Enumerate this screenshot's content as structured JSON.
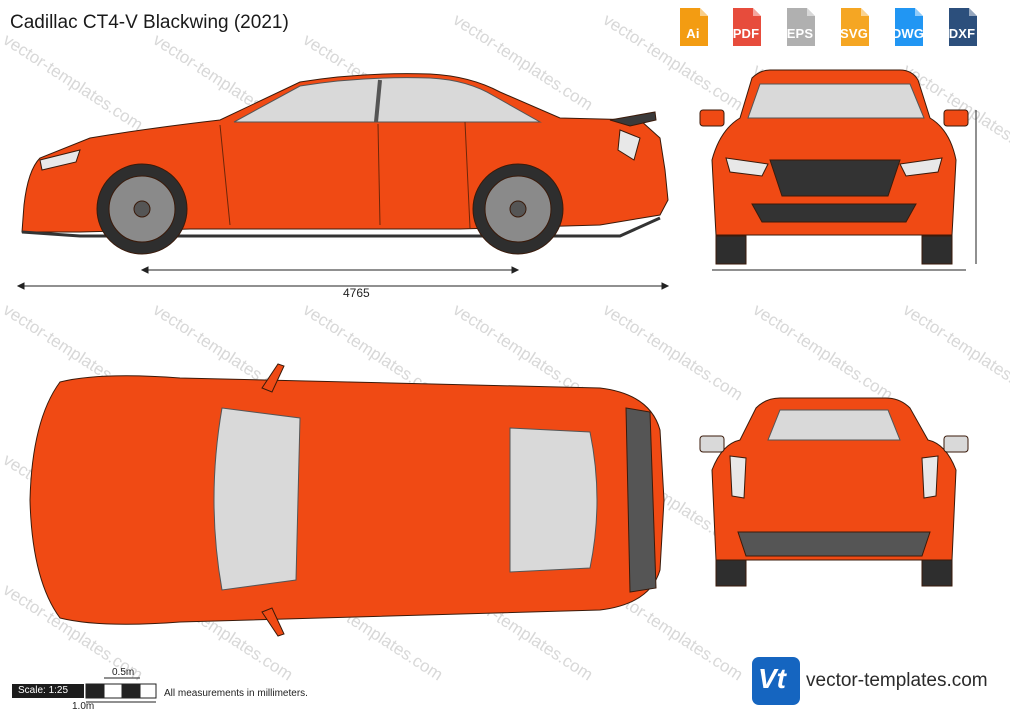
{
  "header": {
    "title": "Cadillac CT4-V Blackwing (2021)"
  },
  "formats": [
    {
      "label": "Ai",
      "color": "#f39c12"
    },
    {
      "label": "PDF",
      "color": "#e74c3c"
    },
    {
      "label": "EPS",
      "color": "#b0b0b0"
    },
    {
      "label": "SVG",
      "color": "#f5a623"
    },
    {
      "label": "DWG",
      "color": "#2196f3"
    },
    {
      "label": "DXF",
      "color": "#2c4f7c"
    }
  ],
  "watermark": {
    "text": "vector-templates.com"
  },
  "dimensions": {
    "length": "4765"
  },
  "scale": {
    "label": "Scale: 1:25",
    "half": "0.5m",
    "full": "1.0m"
  },
  "note": "All measurements in millimeters.",
  "brand": {
    "logo_text": "Vt",
    "site": "vector-templates.com"
  },
  "colors": {
    "body": "#f04a14",
    "outline": "#3a1a0a",
    "glass": "#d9d9d9",
    "trim": "#555555",
    "tire": "#2e2e2e",
    "wheel": "#8a8a8a"
  }
}
